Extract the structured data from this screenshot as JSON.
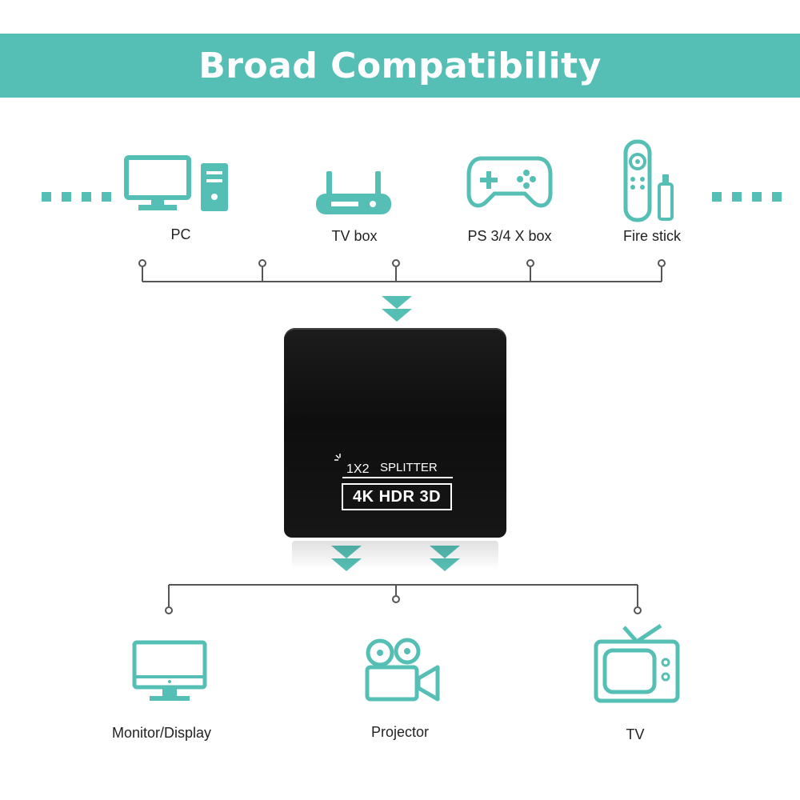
{
  "title": "Broad Compatibility",
  "inputs": [
    {
      "label": "PC",
      "icon": "pc-icon"
    },
    {
      "label": "TV box",
      "icon": "router-icon"
    },
    {
      "label": "PS 3/4  X box",
      "icon": "gamepad-icon"
    },
    {
      "label": "Fire stick",
      "icon": "fire-stick-remote-icon"
    }
  ],
  "outputs": [
    {
      "label": "Monitor/Display",
      "icon": "monitor-icon"
    },
    {
      "label": "Projector",
      "icon": "projector-icon"
    },
    {
      "label": "TV",
      "icon": "tv-icon"
    }
  ],
  "device": {
    "line1_prefix": "1X2",
    "line1_text": "SPLITTER",
    "line2": "4K HDR 3D"
  },
  "colors": {
    "accent": "#56bfb5",
    "device": "#111111",
    "line": "#555555"
  }
}
